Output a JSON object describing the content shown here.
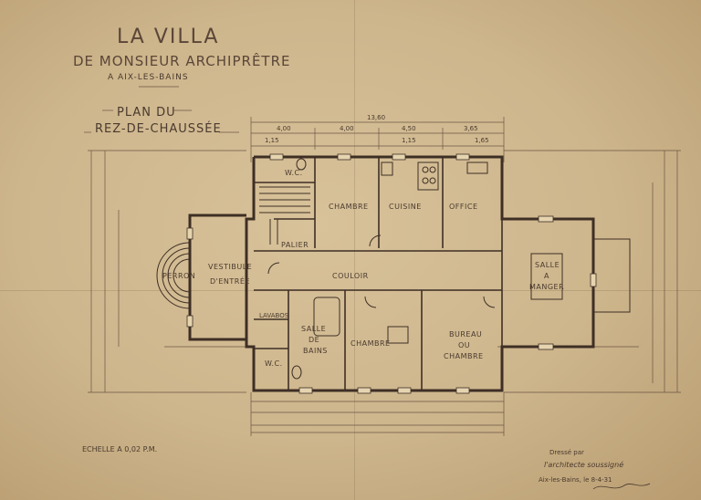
{
  "titles": {
    "line1": "LA VILLA",
    "line2": "DE MONSIEUR ARCHIPRÊTRE",
    "line3": "A AIX-LES-BAINS",
    "plan1": "PLAN DU",
    "plan2": "REZ-DE-CHAUSSÉE"
  },
  "rooms": {
    "wc_top": "W.C.",
    "chambre_top": "CHAMBRE",
    "cuisine": "CUISINE",
    "office": "OFFICE",
    "palier": "PALIER",
    "perron": "PERRON",
    "vestibule": "VESTIBULE",
    "entree": "D'ENTRÉE",
    "couloir": "COULOIR",
    "salle_a": "SALLE",
    "manger_a": "A",
    "manger": "MANGER",
    "lavabos": "LAVABOS",
    "salle_bains_1": "SALLE",
    "salle_bains_2": "DE",
    "salle_bains_3": "BAINS",
    "chambre_bottom": "CHAMBRE",
    "bureau_1": "BUREAU",
    "bureau_2": "OU",
    "bureau_3": "CHAMBRE",
    "wc_bottom": "W.C."
  },
  "footer": {
    "scale": "ECHELLE A 0,02 P.M.",
    "dresse": "Dressé par",
    "architect": "l'architecte soussigné",
    "place_date": "Aix-les-Bains, le 8-4-31"
  },
  "dimensions": {
    "total_top": "13,60",
    "d1": "4,00",
    "d2": "4,00",
    "d3": "4,50",
    "d4": "3,65",
    "d5": "1,15",
    "d6": "1,15",
    "d7": "1,65"
  }
}
